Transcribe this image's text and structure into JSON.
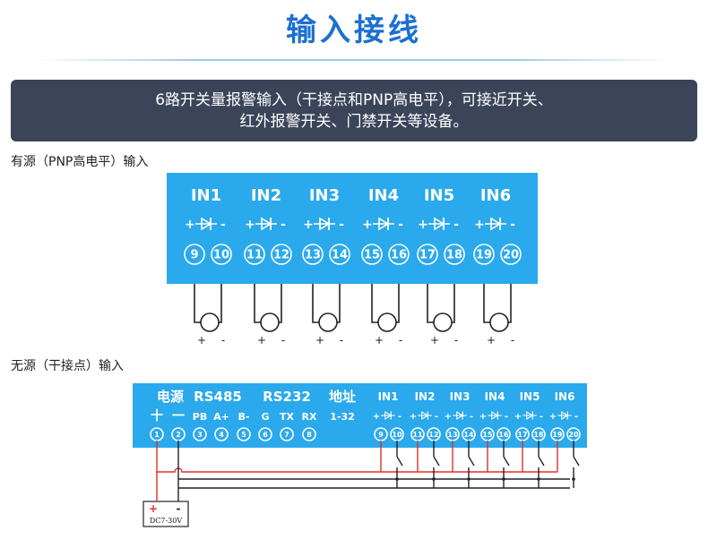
{
  "title": "输入接线",
  "banner": {
    "line1": "6路开关量报警输入（干接点和PNP高电平），可接近开关、",
    "line2": "红外报警开关、门禁开关等设备。"
  },
  "active_section": {
    "label": "有源（PNP高电平）输入",
    "channels": [
      {
        "name": "IN1",
        "terminals": [
          "9",
          "10"
        ]
      },
      {
        "name": "IN2",
        "terminals": [
          "11",
          "12"
        ]
      },
      {
        "name": "IN3",
        "terminals": [
          "13",
          "14"
        ]
      },
      {
        "name": "IN4",
        "terminals": [
          "15",
          "16"
        ]
      },
      {
        "name": "IN5",
        "terminals": [
          "17",
          "18"
        ]
      },
      {
        "name": "IN6",
        "terminals": [
          "19",
          "20"
        ]
      }
    ],
    "diode_plus": "+",
    "diode_minus": "-",
    "source_plus": "+",
    "source_minus": "-"
  },
  "passive_section": {
    "label": "无源（干接点）输入",
    "groups": [
      {
        "name": "电源",
        "x": 0
      },
      {
        "name": "RS485",
        "x": 0
      },
      {
        "name": "RS232",
        "x": 0
      },
      {
        "name": "地址",
        "x": 0
      }
    ],
    "sub_labels": [
      "十",
      "一",
      "PB",
      "A+",
      "B-",
      "G",
      "TX",
      "RX",
      "1-32"
    ],
    "left_terminals": [
      "1",
      "2",
      "3",
      "4",
      "5",
      "6",
      "7",
      "8"
    ],
    "channels": [
      {
        "name": "IN1",
        "terminals": [
          "9",
          "10"
        ]
      },
      {
        "name": "IN2",
        "terminals": [
          "11",
          "12"
        ]
      },
      {
        "name": "IN3",
        "terminals": [
          "13",
          "14"
        ]
      },
      {
        "name": "IN4",
        "terminals": [
          "15",
          "16"
        ]
      },
      {
        "name": "IN5",
        "terminals": [
          "17",
          "18"
        ]
      },
      {
        "name": "IN6",
        "terminals": [
          "19",
          "20"
        ]
      }
    ],
    "supply": {
      "plus": "+",
      "minus": "-",
      "label": "DC7-30V"
    }
  },
  "colors": {
    "accent": "#1c6fd1",
    "panel": "#2aa9ec",
    "banner": "#3b4459",
    "wire": "#222222",
    "red_wire": "#e0302a"
  }
}
